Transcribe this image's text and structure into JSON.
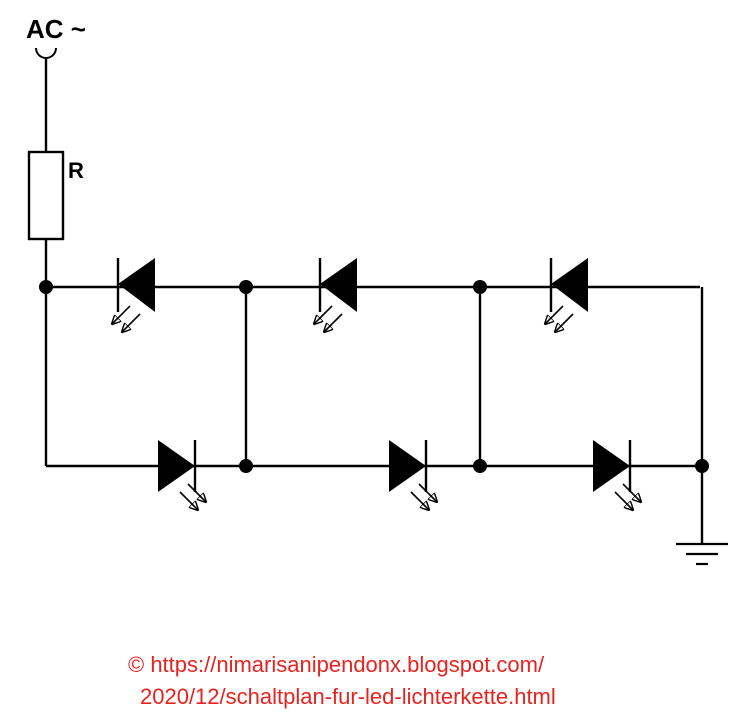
{
  "source_label": "AC ~",
  "resistor_label": "R",
  "credit": {
    "line1": "© https://nimarisanipendonx.blogspot.com/",
    "line2": "2020/12/schaltplan-fur-led-lichterkette.html",
    "color": "#e8231f"
  },
  "components": {
    "resistor": "resistor",
    "leds_top_row": [
      "led",
      "led",
      "led"
    ],
    "leds_bottom_row": [
      "led",
      "led",
      "led"
    ],
    "ground": "ground-symbol"
  }
}
